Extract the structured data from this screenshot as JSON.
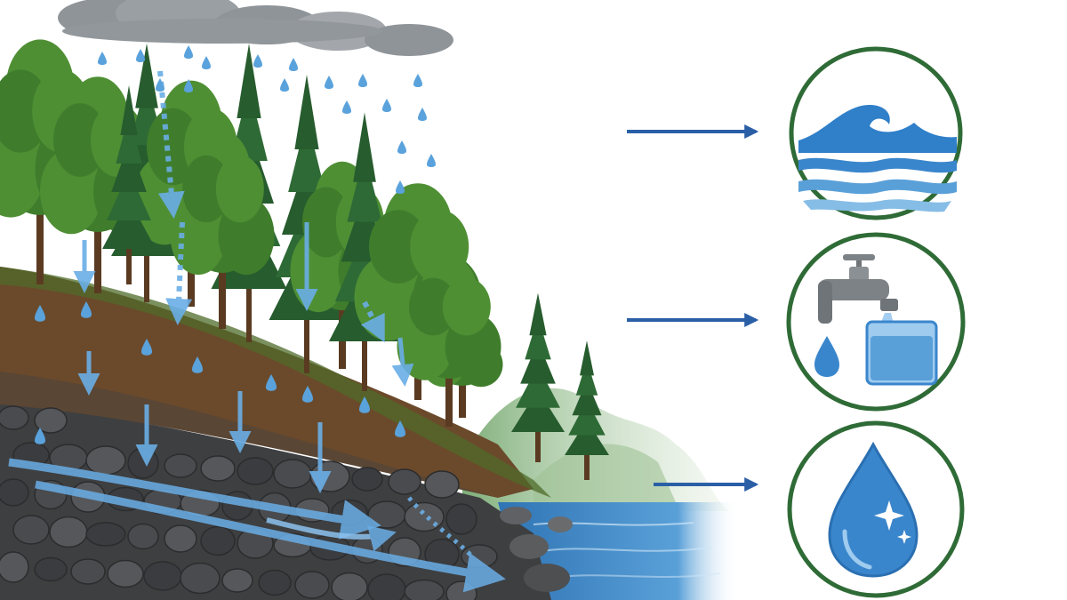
{
  "diagram": {
    "scene": {
      "layers": [
        "rain-cloud",
        "rain",
        "forest",
        "topsoil",
        "subsoil",
        "rock-aquifer",
        "groundwater-flow",
        "river"
      ],
      "colors": {
        "cloud": "#8f9498",
        "rain": "#5aa2dc",
        "flow": "#6aaee6",
        "topsoil": "#6b4a2b",
        "subsoil": "#4a3a2c",
        "rock": "#3e3f41",
        "river": "#3f86c8",
        "forest_dark": "#2f6b36",
        "forest_light": "#5f9e3d"
      }
    },
    "arrows": [
      {
        "from": "forest-watershed",
        "to": "streams-rivers"
      },
      {
        "from": "forest-watershed",
        "to": "drinking-water-supply"
      },
      {
        "from": "forest-watershed",
        "to": "clean-water"
      }
    ],
    "badges": [
      {
        "icon": "waves-icon"
      },
      {
        "icon": "faucet-icon"
      },
      {
        "icon": "water-drop-icon"
      }
    ],
    "badge_ring_color": "#2f6b36",
    "badge_icon_color": "#3a86cc"
  }
}
